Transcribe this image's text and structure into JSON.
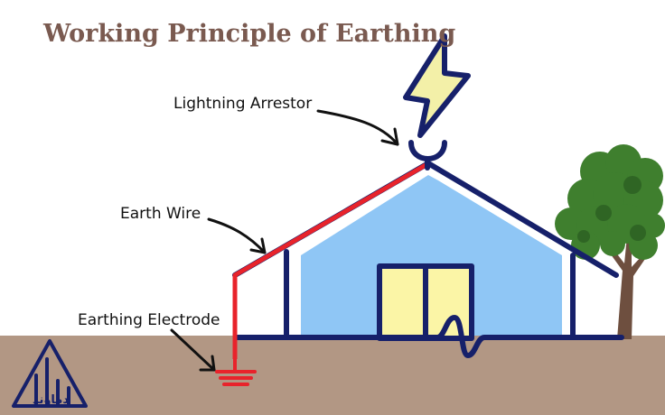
{
  "title": "Working Principle of Earthing",
  "labels": {
    "lightning_arrestor": "Lightning Arrestor",
    "earth_wire": "Earth Wire",
    "earthing_electrode": "Earthing Electrode"
  },
  "logo": {
    "text": "دماوند"
  },
  "colors": {
    "title": "#7a5a50",
    "outline": "#16206a",
    "wall_fill": "#8fc6f5",
    "window_fill": "#fbf5a6",
    "bolt_fill": "#f3f0a8",
    "wire": "#e8232b",
    "ground": "#b29784",
    "tree_green": "#3f7f2e",
    "tree_trunk": "#6e4f3f",
    "arrow": "#111111"
  }
}
